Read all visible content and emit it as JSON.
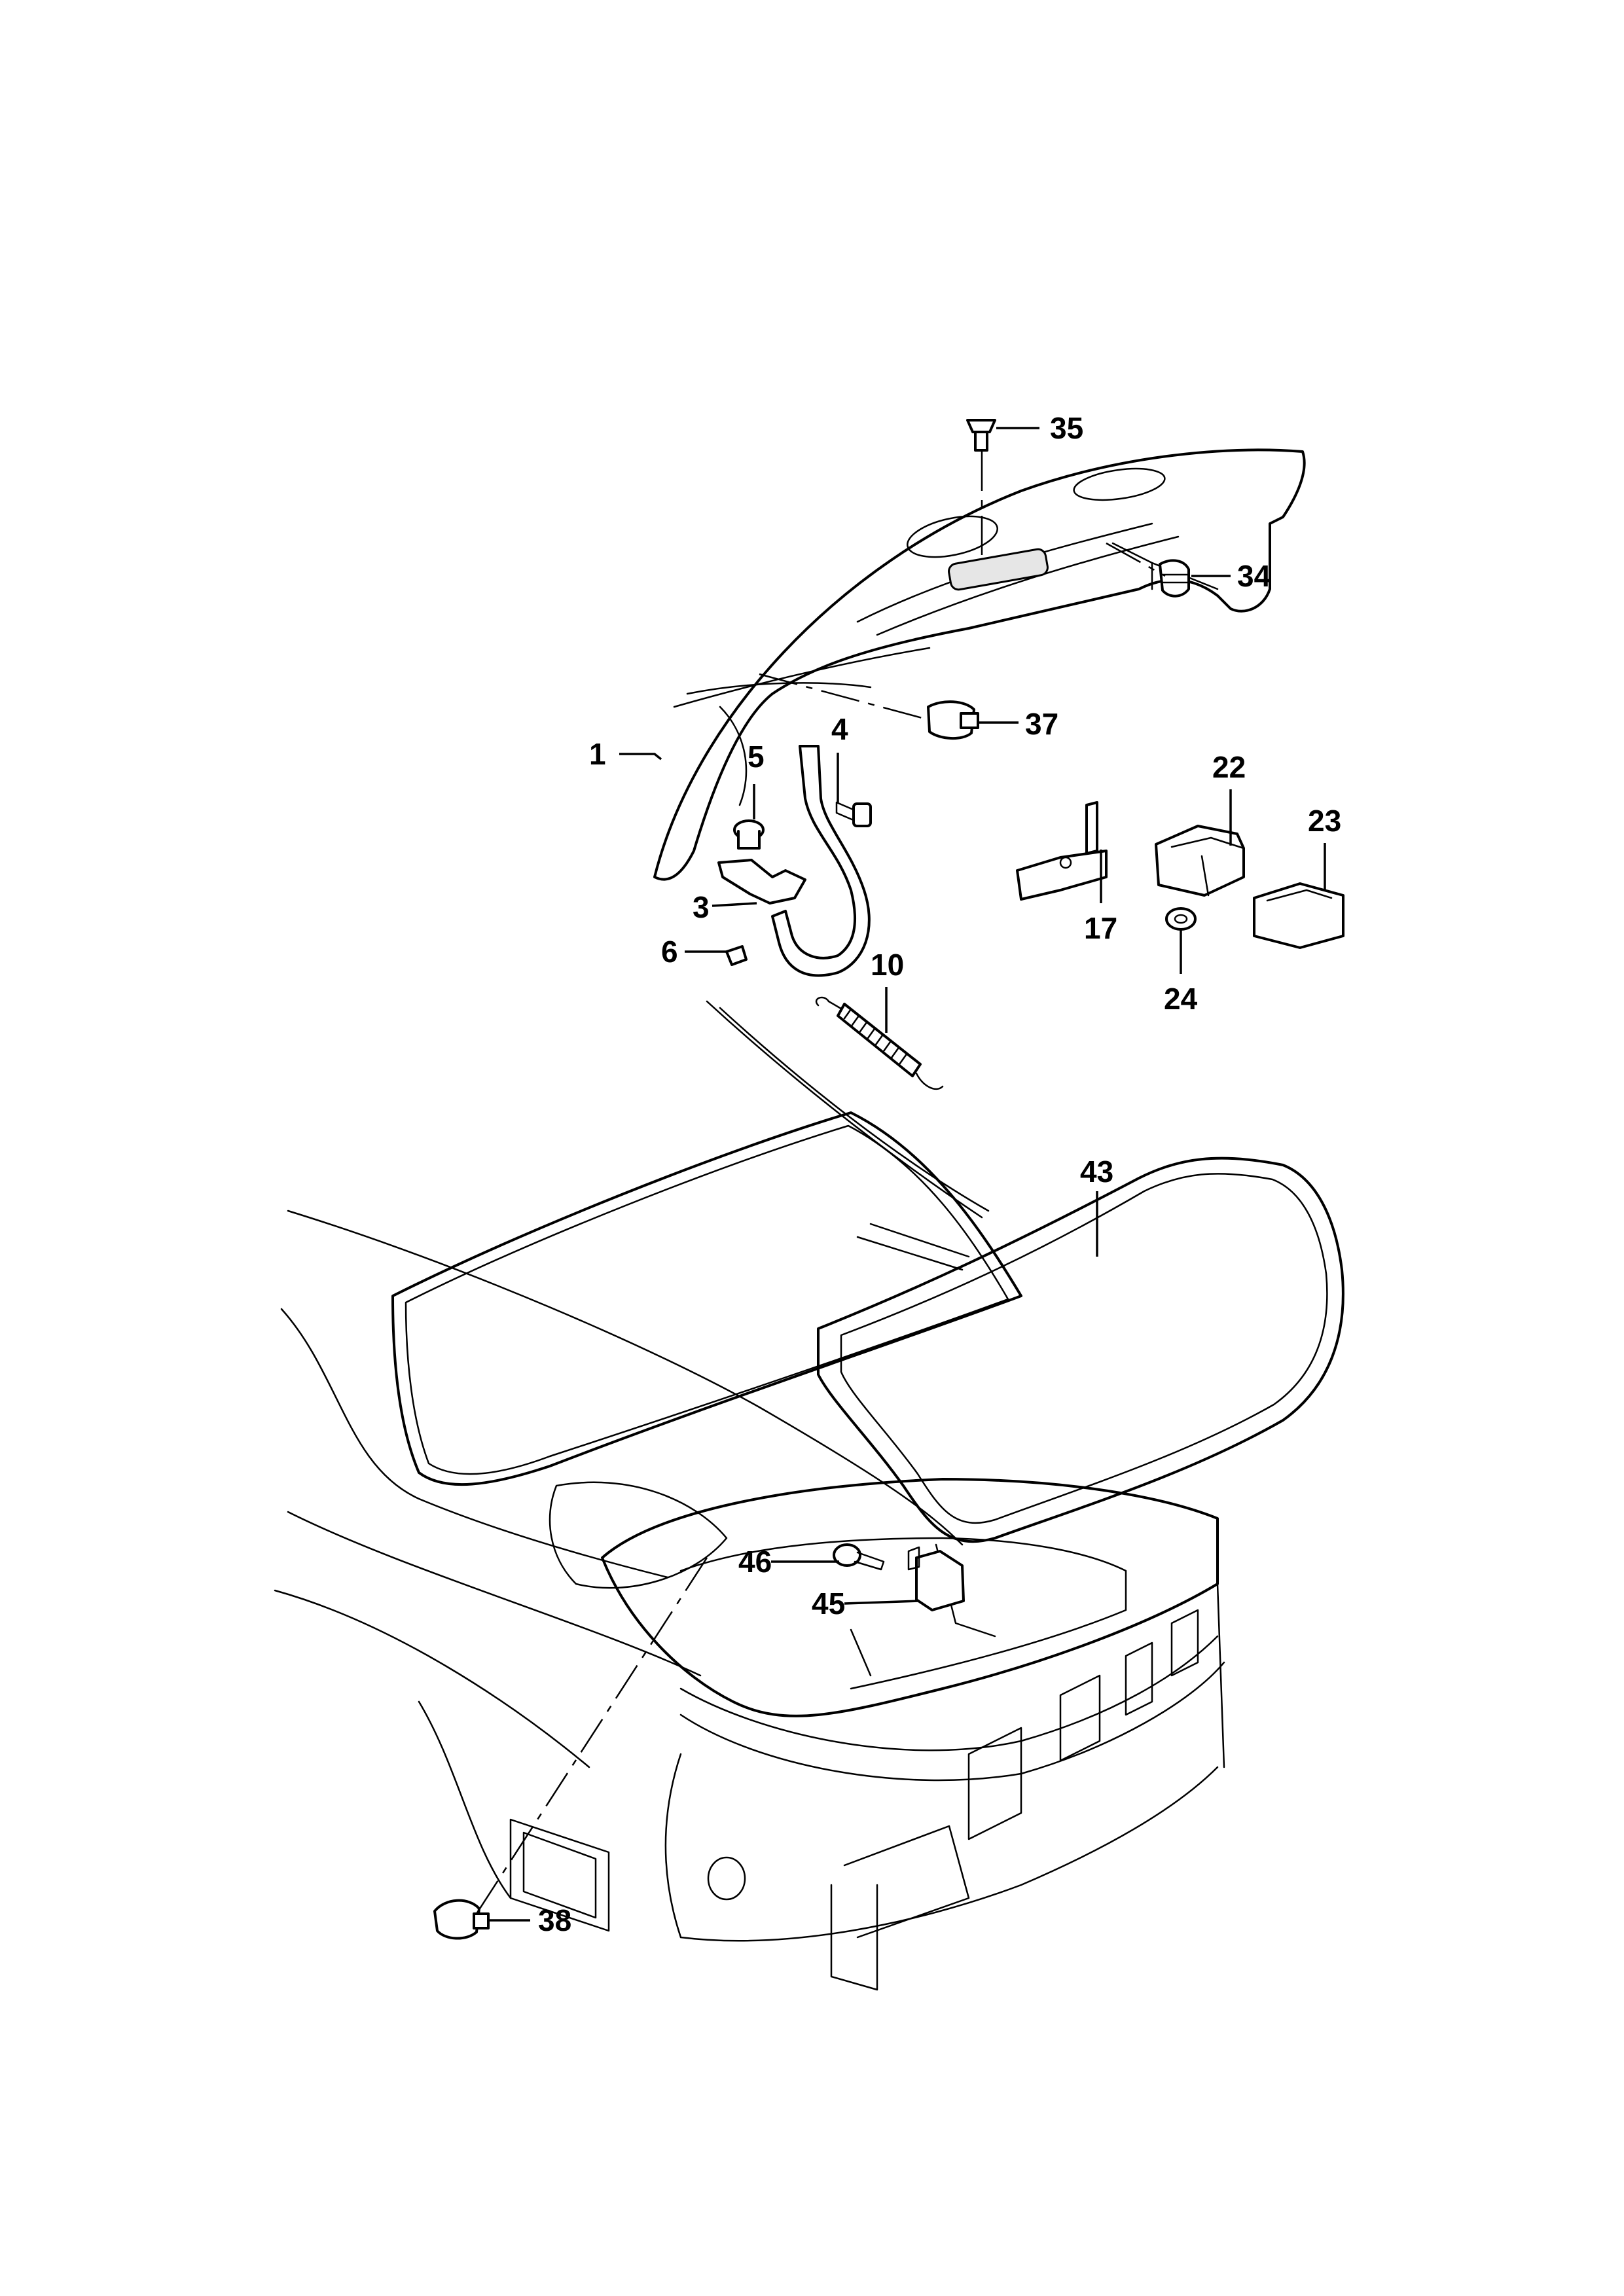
{
  "diagram": {
    "callouts": [
      {
        "id": "c1",
        "label": "1"
      },
      {
        "id": "c3",
        "label": "3"
      },
      {
        "id": "c4",
        "label": "4"
      },
      {
        "id": "c5",
        "label": "5"
      },
      {
        "id": "c6",
        "label": "6"
      },
      {
        "id": "c10",
        "label": "10"
      },
      {
        "id": "c17",
        "label": "17"
      },
      {
        "id": "c22",
        "label": "22"
      },
      {
        "id": "c23",
        "label": "23"
      },
      {
        "id": "c24",
        "label": "24"
      },
      {
        "id": "c34",
        "label": "34"
      },
      {
        "id": "c35",
        "label": "35"
      },
      {
        "id": "c37",
        "label": "37"
      },
      {
        "id": "c38",
        "label": "38"
      },
      {
        "id": "c43",
        "label": "43"
      },
      {
        "id": "c45",
        "label": "45"
      },
      {
        "id": "c46",
        "label": "46"
      }
    ]
  }
}
